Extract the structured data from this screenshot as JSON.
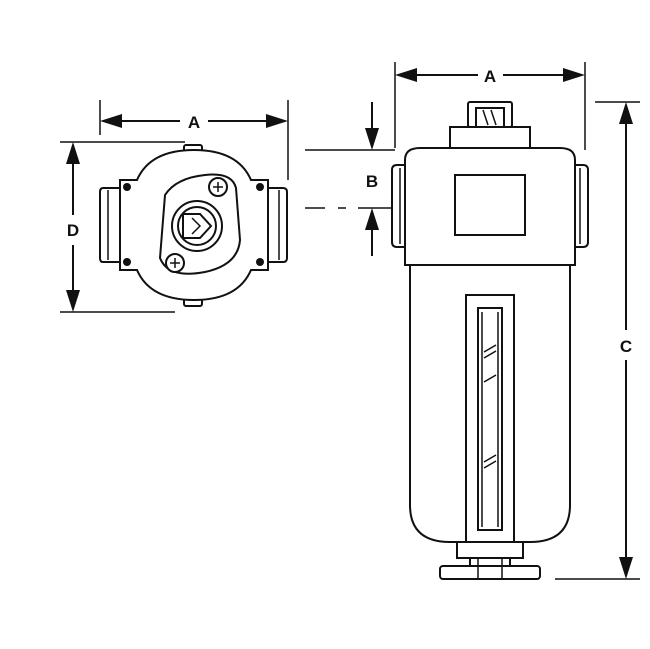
{
  "dimensions": {
    "top_view_width": "A",
    "top_view_depth": "D",
    "side_view_width": "A",
    "side_view_port_height": "B",
    "side_view_total_height": "C"
  }
}
